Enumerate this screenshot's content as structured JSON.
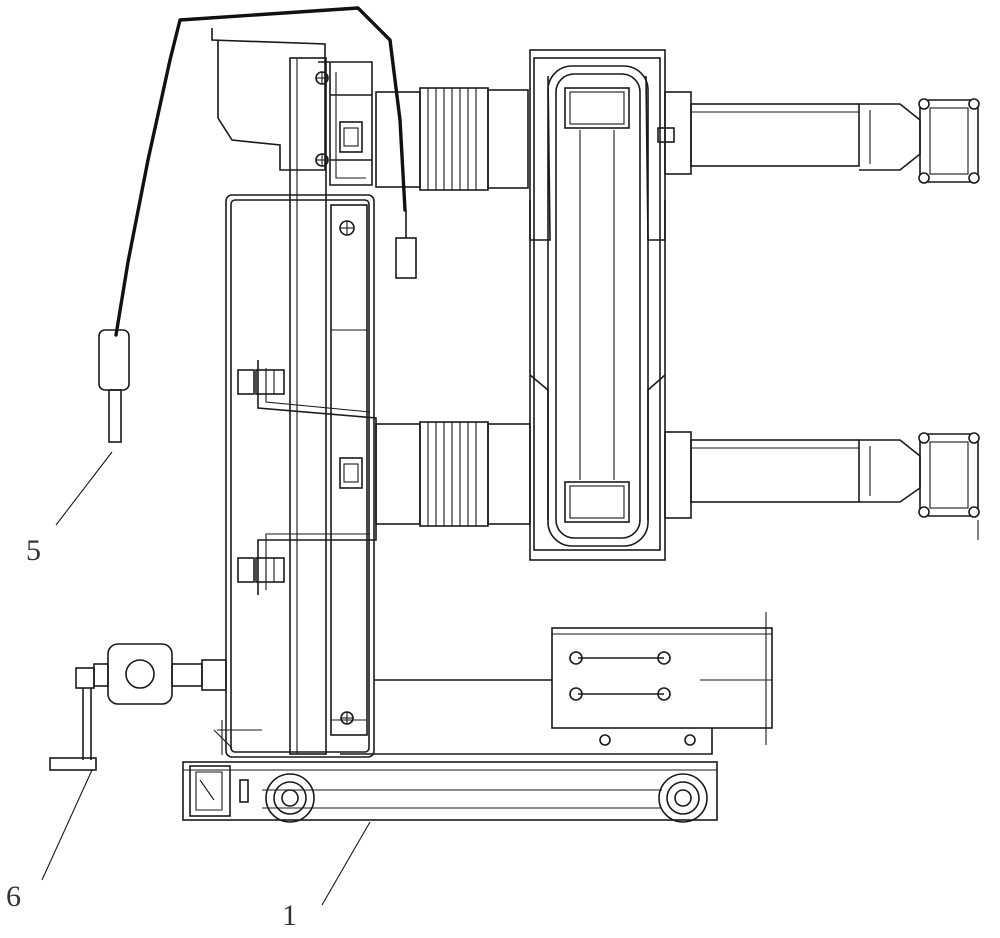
{
  "callouts": [
    {
      "id": "1",
      "label": "1",
      "target": "base-chassis"
    },
    {
      "id": "5",
      "label": "5",
      "target": "test-plug"
    },
    {
      "id": "6",
      "label": "6",
      "target": "crank-handle"
    }
  ],
  "colors": {
    "line": "#1a1a1a",
    "background": "#ffffff",
    "label": "#333333"
  }
}
